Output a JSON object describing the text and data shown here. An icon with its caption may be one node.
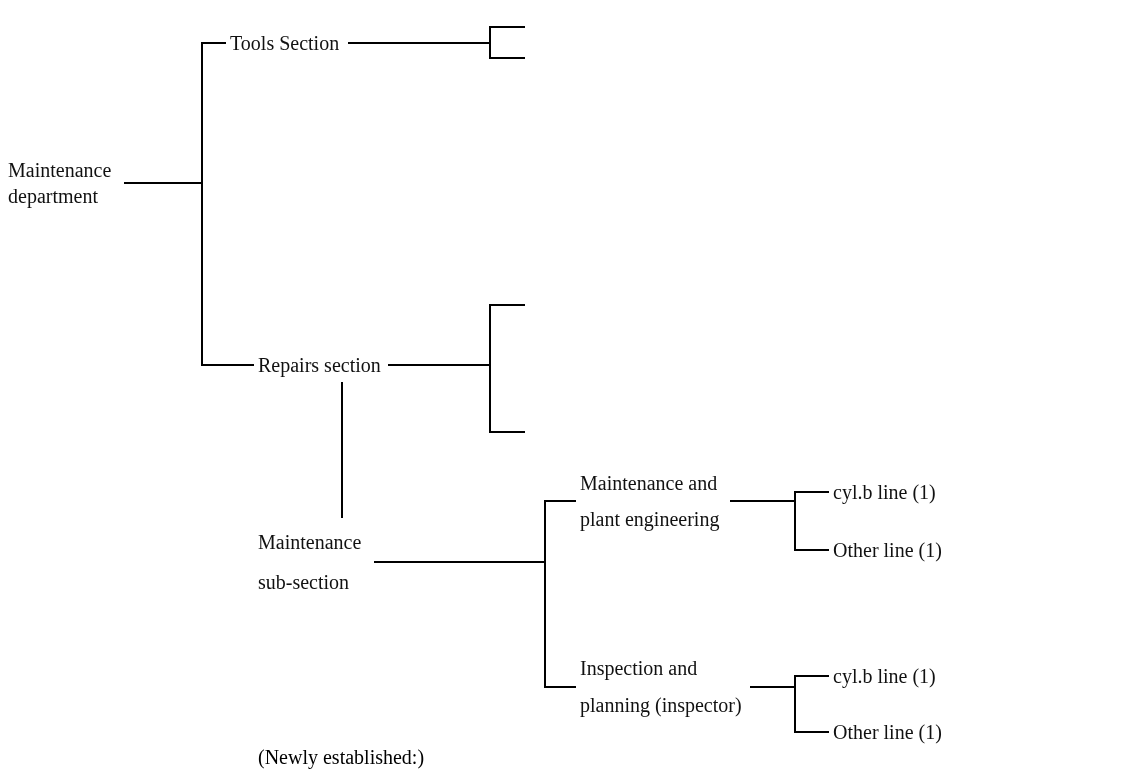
{
  "diagram": {
    "nodes": [
      {
        "text": [
          "Maintenance department"
        ]
      },
      {
        "text": [
          "Tools Section"
        ]
      },
      {
        "text": [
          "Repairs section"
        ]
      },
      {
        "text": [
          "Maintenance sub-section"
        ]
      },
      {
        "text": [
          "Maintenance and plant engineering"
        ]
      },
      {
        "text": [
          "Inspection and planning (inspector)"
        ]
      },
      {
        "text": [
          "cyl.b line (1)"
        ]
      },
      {
        "text": [
          "Other line (1)"
        ]
      },
      {
        "text": [
          "cyl.b line (1)"
        ]
      },
      {
        "text": [
          "Other line (1)"
        ]
      }
    ],
    "edges": [
      {
        "from": 0,
        "to": 1,
        "arrow": "none"
      },
      {
        "from": 0,
        "to": 2,
        "arrow": "none"
      },
      {
        "from": 1,
        "to": null,
        "arrow": "none"
      },
      {
        "from": 1,
        "to": null,
        "arrow": "none"
      },
      {
        "from": 2,
        "to": null,
        "arrow": "none"
      },
      {
        "from": 2,
        "to": null,
        "arrow": "none"
      },
      {
        "from": 2,
        "to": 3,
        "arrow": "none"
      },
      {
        "from": 3,
        "to": 4,
        "arrow": "none"
      },
      {
        "from": 3,
        "to": 5,
        "arrow": "none"
      },
      {
        "from": 4,
        "to": 6,
        "arrow": "none"
      },
      {
        "from": 4,
        "to": 7,
        "arrow": "none"
      },
      {
        "from": 5,
        "to": 8,
        "arrow": "none"
      },
      {
        "from": 5,
        "to": 9,
        "arrow": "none"
      }
    ],
    "labels": [
      "(Newly established:)"
    ]
  }
}
